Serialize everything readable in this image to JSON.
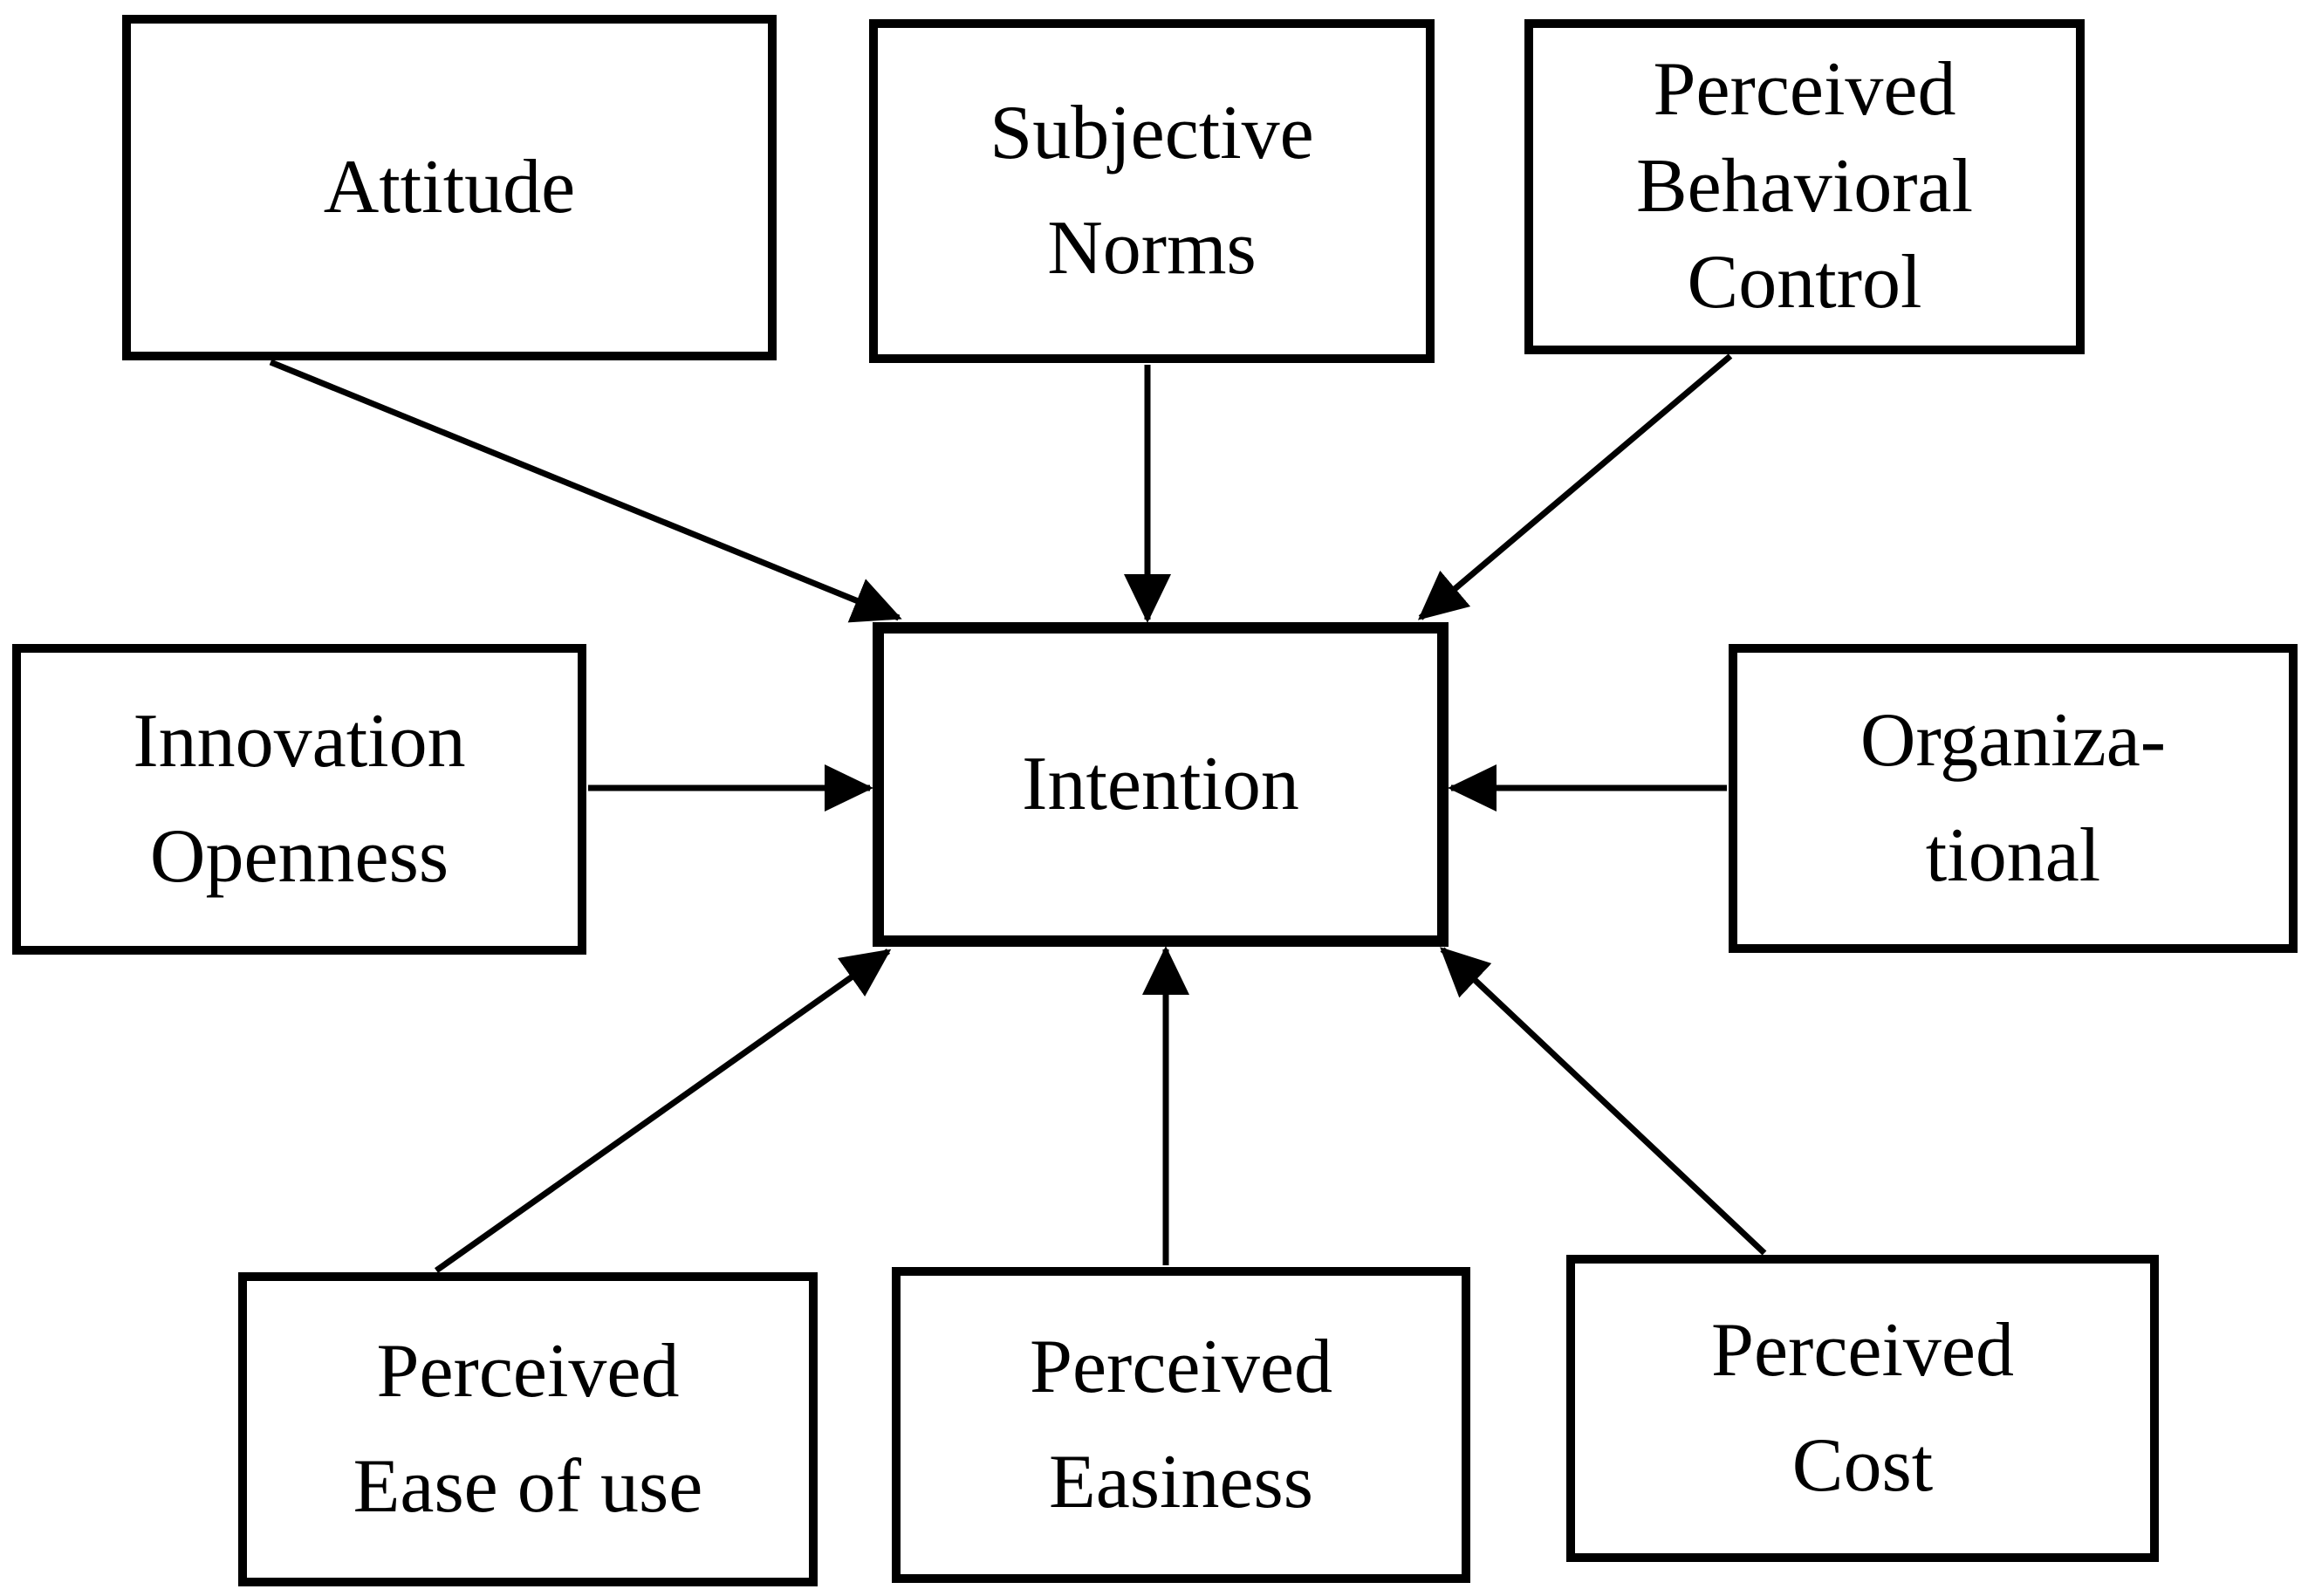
{
  "colors": {
    "ink": "#000000",
    "background": "#ffffff"
  },
  "nodes": {
    "attitude": {
      "lines": [
        "Attitude"
      ]
    },
    "subjective_norms": {
      "lines": [
        "Subjective",
        "Norms"
      ]
    },
    "perceived_behavioral_control": {
      "lines": [
        "Perceived",
        "Behavioral",
        "Control"
      ]
    },
    "innovation_openness": {
      "lines": [
        "Innovation",
        "Openness"
      ]
    },
    "intention": {
      "lines": [
        "Intention"
      ]
    },
    "organizational": {
      "lines": [
        "Organiza-",
        "tional"
      ]
    },
    "perceived_ease_of_use": {
      "lines": [
        "Perceived",
        "Ease of use"
      ]
    },
    "perceived_easiness": {
      "lines": [
        "Perceived",
        "Easiness"
      ]
    },
    "perceived_cost": {
      "lines": [
        "Perceived",
        "Cost"
      ]
    }
  },
  "edges": [
    {
      "from": "attitude",
      "to": "intention"
    },
    {
      "from": "subjective_norms",
      "to": "intention"
    },
    {
      "from": "perceived_behavioral_control",
      "to": "intention"
    },
    {
      "from": "innovation_openness",
      "to": "intention"
    },
    {
      "from": "organizational",
      "to": "intention"
    },
    {
      "from": "perceived_ease_of_use",
      "to": "intention"
    },
    {
      "from": "perceived_easiness",
      "to": "intention"
    },
    {
      "from": "perceived_cost",
      "to": "intention"
    }
  ]
}
